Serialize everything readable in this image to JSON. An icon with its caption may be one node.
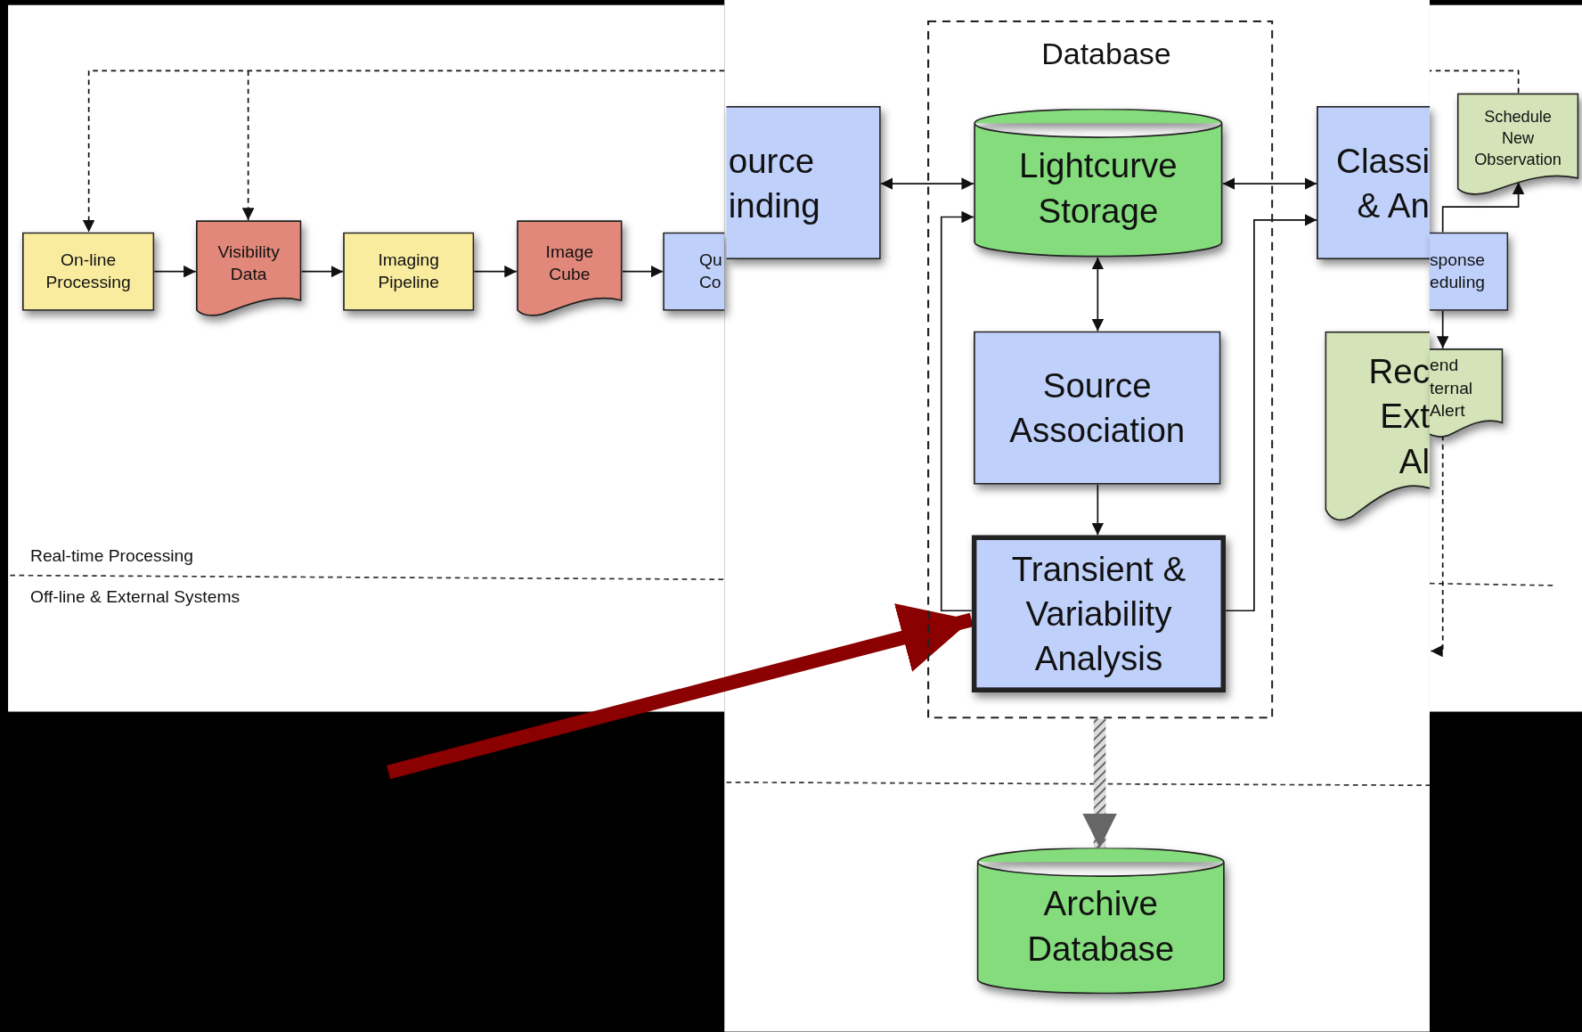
{
  "diagram": {
    "nodes": [
      {
        "text": [
          "On-line Processing"
        ]
      },
      {
        "text": [
          "Visibility Data"
        ]
      },
      {
        "text": [
          "Imaging Pipeline"
        ]
      },
      {
        "text": [
          "Image Cube"
        ]
      },
      {
        "text": [
          "Qu Co"
        ]
      },
      {
        "text": [
          "ource inding"
        ]
      },
      {
        "text": [
          "Database"
        ]
      },
      {
        "text": [
          "Lightcurve Storage"
        ],
        "in": 6
      },
      {
        "text": [
          "Source Association"
        ],
        "in": 6
      },
      {
        "text": [
          "Transient & Variability Analysis"
        ],
        "in": 6
      },
      {
        "text": [
          "Classi & An"
        ]
      },
      {
        "text": [
          "Schedule New Observation"
        ]
      },
      {
        "text": [
          "sponse eduling"
        ]
      },
      {
        "text": [
          "Rec Ext Al"
        ]
      },
      {
        "text": [
          "end ternal Alert"
        ]
      },
      {
        "text": [
          "Archive Database"
        ]
      }
    ],
    "edges": [
      {
        "from": 0,
        "to": 1,
        "arrow": "to"
      },
      {
        "from": 1,
        "to": 2,
        "arrow": "to"
      },
      {
        "from": 2,
        "to": 3,
        "arrow": "to"
      },
      {
        "from": 3,
        "to": 4,
        "arrow": "to"
      },
      {
        "from": null,
        "to": 0,
        "arrow": "to",
        "style": "dashed"
      },
      {
        "from": null,
        "to": 1,
        "arrow": "to",
        "style": "dashed"
      },
      {
        "from": 11,
        "to": null,
        "arrow": "none",
        "style": "dashed"
      },
      {
        "from": 5,
        "to": 7,
        "arrow": "both"
      },
      {
        "from": 9,
        "to": 7,
        "arrow": "to"
      },
      {
        "from": 7,
        "to": 8,
        "arrow": "both"
      },
      {
        "from": 8,
        "to": 9,
        "arrow": "to"
      },
      {
        "from": 7,
        "to": 10,
        "arrow": "both"
      },
      {
        "from": 9,
        "to": 10,
        "arrow": "to"
      },
      {
        "from": 6,
        "to": 15,
        "arrow": "to",
        "style": "thick"
      },
      {
        "from": 12,
        "to": 11,
        "arrow": "to"
      },
      {
        "from": 12,
        "to": 14,
        "arrow": "to"
      },
      {
        "from": 14,
        "to": null,
        "arrow": "to",
        "style": "dashed"
      },
      {
        "from": null,
        "to": 9,
        "arrow": "to",
        "style": "thick",
        "color": "#8b0000"
      }
    ],
    "labels": [
      "Real-time Processing",
      "Off-line & External Systems"
    ]
  }
}
